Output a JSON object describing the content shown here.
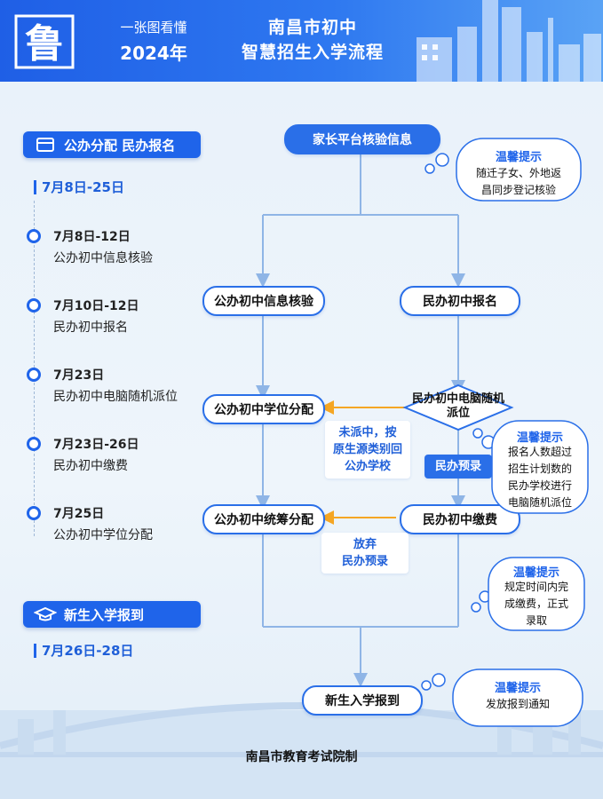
{
  "header": {
    "logo_text": "鲁",
    "subtitle_top": "一张图看懂",
    "subtitle_year": "2024年",
    "title_line1": "南昌市初中",
    "title_line2": "智慧招生入学流程"
  },
  "left": {
    "section1": {
      "label": "公办分配 民办报名",
      "icon": "card-icon",
      "period": "7月8日-25日"
    },
    "timeline": [
      {
        "date": "7月8日-12日",
        "desc": "公办初中信息核验"
      },
      {
        "date": "7月10日-12日",
        "desc": "民办初中报名"
      },
      {
        "date": "7月23日",
        "desc": "民办初中电脑随机派位"
      },
      {
        "date": "7月23日-26日",
        "desc": "民办初中缴费"
      },
      {
        "date": "7月25日",
        "desc": "公办初中学位分配"
      }
    ],
    "section2": {
      "label": "新生入学报到",
      "icon": "graduation-cap-icon",
      "period": "7月26日-28日"
    }
  },
  "flow": {
    "start": "家长平台核验信息",
    "public_verify": "公办初中信息核验",
    "private_register": "民办初中报名",
    "public_allocation": "公办初中学位分配",
    "private_lottery": "民办初中电脑随机派位",
    "not_selected_line1": "未派中，按",
    "not_selected_line2": "原生源类别回",
    "not_selected_line3": "公办学校",
    "private_preadmit": "民办预录",
    "public_overall": "公办初中统筹分配",
    "private_payment": "民办初中缴费",
    "give_up_line1": "放弃",
    "give_up_line2": "民办预录",
    "final": "新生入学报到"
  },
  "tips": [
    {
      "title": "温馨提示",
      "lines": [
        "随迁子女、外地返",
        "昌同步登记核验"
      ]
    },
    {
      "title": "温馨提示",
      "lines": [
        "报名人数超过",
        "招生计划数的",
        "民办学校进行",
        "电脑随机派位"
      ]
    },
    {
      "title": "温馨提示",
      "lines": [
        "规定时间内完",
        "成缴费，正式",
        "录取"
      ]
    },
    {
      "title": "温馨提示",
      "lines": [
        "发放报到通知"
      ]
    }
  ],
  "footer": "南昌市教育考试院制",
  "colors": {
    "primary": "#1f64ea",
    "header_start": "#1f5fe6",
    "header_end": "#5aa3f5",
    "arrow_orange": "#f5a623"
  }
}
